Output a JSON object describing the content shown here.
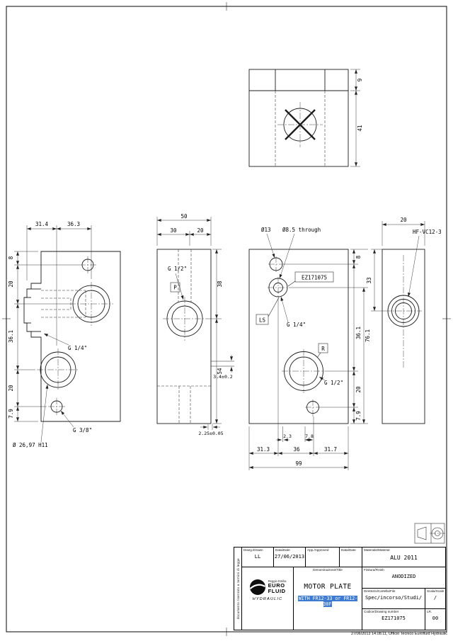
{
  "page": {
    "confidential_note": "documento riservato a termini di legge",
    "timestamp_note": "27/06/2013 14.08.11, Ufficio Tecnico Eurofluid Hydraulic"
  },
  "drawing": {
    "top_view": {
      "dim_9": "9",
      "dim_41": "41"
    },
    "left_view": {
      "dim_31_4": "31.4",
      "dim_36_3": "36.3",
      "dim_8": "8",
      "dim_20_a": "20",
      "dim_36_1": "36.1",
      "dim_20_b": "20",
      "dim_7_9": "7.9",
      "port_g14": "G 1/4\"",
      "port_g38": "G 3/8\"",
      "bore_dia": "Ø 26,97 H11"
    },
    "middle_view": {
      "dim_50": "50",
      "dim_30": "30",
      "dim_20": "20",
      "dim_38": "38",
      "dim_54": "54",
      "dim_3_4": "3.4±0.2",
      "dim_2_25": "2.25±0.05",
      "port_g12": "G 1/2\"",
      "port_p": "P"
    },
    "main_view": {
      "dia_13": "Ø13",
      "dia_8_5": "Ø8.5 through",
      "part_no": "EZ171075",
      "port_ls": "LS",
      "port_r": "R",
      "port_g14": "G 1/4\"",
      "port_g12": "G 1/2\"",
      "dim_8": "8",
      "dim_36_1": "36.1",
      "dim_76_1": "76.1",
      "dim_20": "20",
      "dim_7_9": "7.9",
      "dim_2_3": "2.3",
      "dim_7_8": "7.8",
      "dim_31_3": "31.3",
      "dim_36": "36",
      "dim_31_7": "31.7",
      "dim_99": "99"
    },
    "right_view": {
      "dim_20": "20",
      "dim_33": "33",
      "label_cartridge": "HF-VC12-3"
    }
  },
  "title_block": {
    "drawn_label": "Diseg./Drawn",
    "drawn_value": "LL",
    "date_label": "Data/Date",
    "date_value": "27/06/2013",
    "approved_label": "App./Approved",
    "approved_value": "",
    "date2_label": "Data/Date",
    "date2_value": "",
    "material_label": "Materiale/Material",
    "material_value": "ALU 2011",
    "title_label": "Denominazione/Title",
    "title_value": "MOTOR PLATE",
    "subtitle_value": "WITH FR12-33 or FR12-30F",
    "finish_label": "Finitura/Finish",
    "finish_value": "ANODIZED",
    "folder_label": "Direttorio/Cartella/File",
    "folder_value": "Spec/incorso/Studi/",
    "scale_label": "Scala/Scale",
    "scale_value": "/",
    "code_label": "Codice/Drawing number",
    "code_value": "EZ171075",
    "rev_label": "LR.",
    "rev_value": "00",
    "logo": {
      "line1": "EURO",
      "line2": "FLUID",
      "sub": "HYDRAULIC",
      "city": "Reggio Emilia"
    }
  },
  "colors": {
    "line": "#1c1c1c",
    "selection_highlight": "#3d7ad1"
  }
}
